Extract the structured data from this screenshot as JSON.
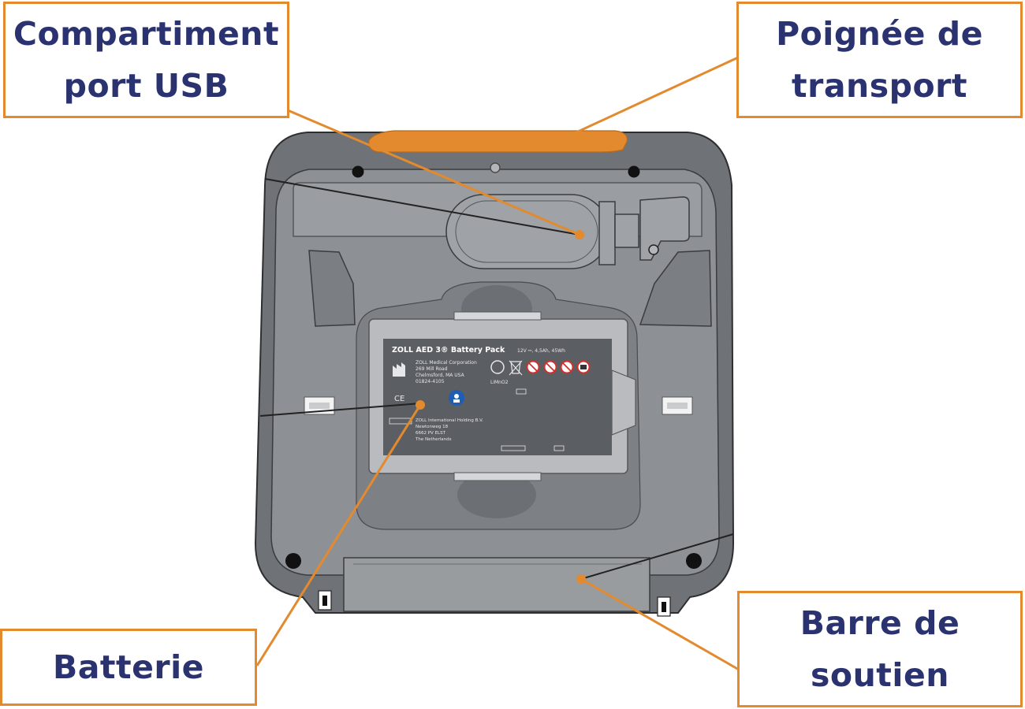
{
  "callouts": {
    "usb": {
      "line1": "Compartiment",
      "line2": "port USB"
    },
    "handle": {
      "line1": "Poignée de",
      "line2": "transport"
    },
    "battery": {
      "line1": "Batterie"
    },
    "bar": {
      "line1": "Barre de",
      "line2": "soutien"
    }
  },
  "battery_label": {
    "title": "ZOLL AED 3® Battery Pack",
    "rating": "12V ⎓, 4,5Ah, 45Wh",
    "manufacturer_lines": [
      "ZOLL Medical Corporation",
      "269 Mill Road",
      "Chelmsford, MA USA",
      "01824-4105"
    ],
    "chemistry": "LiMnO2",
    "ce_mark": "CE",
    "rep_lines": [
      "ZOLL International Holding B.V.",
      "Newtonweg 18",
      "6662 PV ELST",
      "The Netherlands"
    ]
  },
  "colors": {
    "accent": "#e38a2e",
    "label_text": "#2b3270",
    "device_body": "#8a8d91",
    "device_rim": "#6e7175",
    "handle": "#e38a2e"
  }
}
